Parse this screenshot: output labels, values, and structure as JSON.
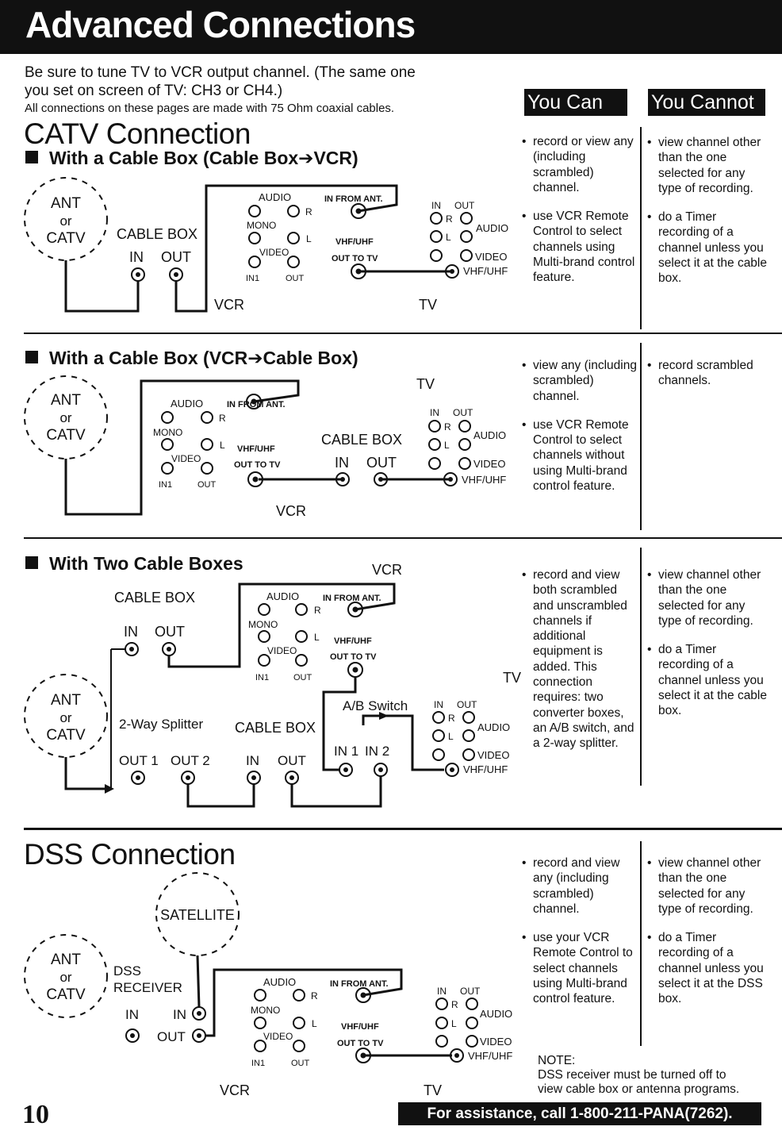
{
  "header": {
    "title": "Advanced Connections"
  },
  "intro": {
    "line1": "Be sure to tune TV to VCR output channel. (The same one",
    "line2": "you set on screen of TV: CH3 or CH4.)",
    "line3": "All connections on these pages are made with 75 Ohm coaxial cables."
  },
  "columns": {
    "can": "You Can",
    "cannot": "You Cannot"
  },
  "catv": {
    "title": "CATV Connection",
    "cable_box_to_vcr": {
      "subtitle": "With a Cable Box (Cable Box➔VCR)",
      "can": [
        "record or view any (including scrambled) channel.",
        "use VCR Remote Control to select channels using Multi-brand control feature."
      ],
      "cannot": [
        "view channel other than the one selected for any type of recording.",
        "do a Timer recording of a channel unless you select it at the cable box."
      ]
    },
    "vcr_to_cable_box": {
      "subtitle": "With a Cable Box (VCR➔Cable Box)",
      "can": [
        "view any (including scrambled) channel.",
        "use VCR Remote Control to select channels without using Multi-brand control feature."
      ],
      "cannot": [
        "record scrambled channels."
      ]
    },
    "two_cable_boxes": {
      "subtitle": "With Two Cable Boxes",
      "can": [
        "record and view both scrambled and unscrambled channels if additional equipment is added. This connection requires: two converter boxes, an A/B switch, and a 2-way splitter."
      ],
      "cannot": [
        "view channel other than the one selected for any type of recording.",
        "do a Timer recording of a channel unless you select it at the cable box."
      ]
    }
  },
  "dss": {
    "title": "DSS Connection",
    "can": [
      "record and view any (including scrambled) channel.",
      "use your VCR Remote Control to select channels using Multi-brand control feature."
    ],
    "cannot": [
      "view channel other than the one selected for any type of recording.",
      "do a Timer recording of a channel unless you select it at the DSS box."
    ],
    "note_title": "NOTE:",
    "note_line1": "DSS receiver must be turned off to",
    "note_line2": "view cable box or antenna programs."
  },
  "labels": {
    "ant": "ANT",
    "or": "or",
    "catv": "CATV",
    "cable_box": "CABLE BOX",
    "in": "IN",
    "out": "OUT",
    "vcr": "VCR",
    "tv": "TV",
    "audio": "AUDIO",
    "in_from_ant": "IN FROM ANT.",
    "mono": "MONO",
    "video": "VIDEO",
    "vhf_uhf": "VHF/UHF",
    "out_to_tv": "OUT TO TV",
    "in1": "IN1",
    "r": "R",
    "l": "L",
    "two_way_splitter": "2-Way Splitter",
    "out1": "OUT 1",
    "out2": "OUT 2",
    "ab_switch": "A/B Switch",
    "in_1": "IN 1",
    "in_2": "IN 2",
    "satellite": "SATELLITE",
    "dss": "DSS",
    "receiver": "RECEIVER"
  },
  "footer": {
    "page_number": "10",
    "assistance": "For assistance, call 1-800-211-PANA(7262)."
  }
}
